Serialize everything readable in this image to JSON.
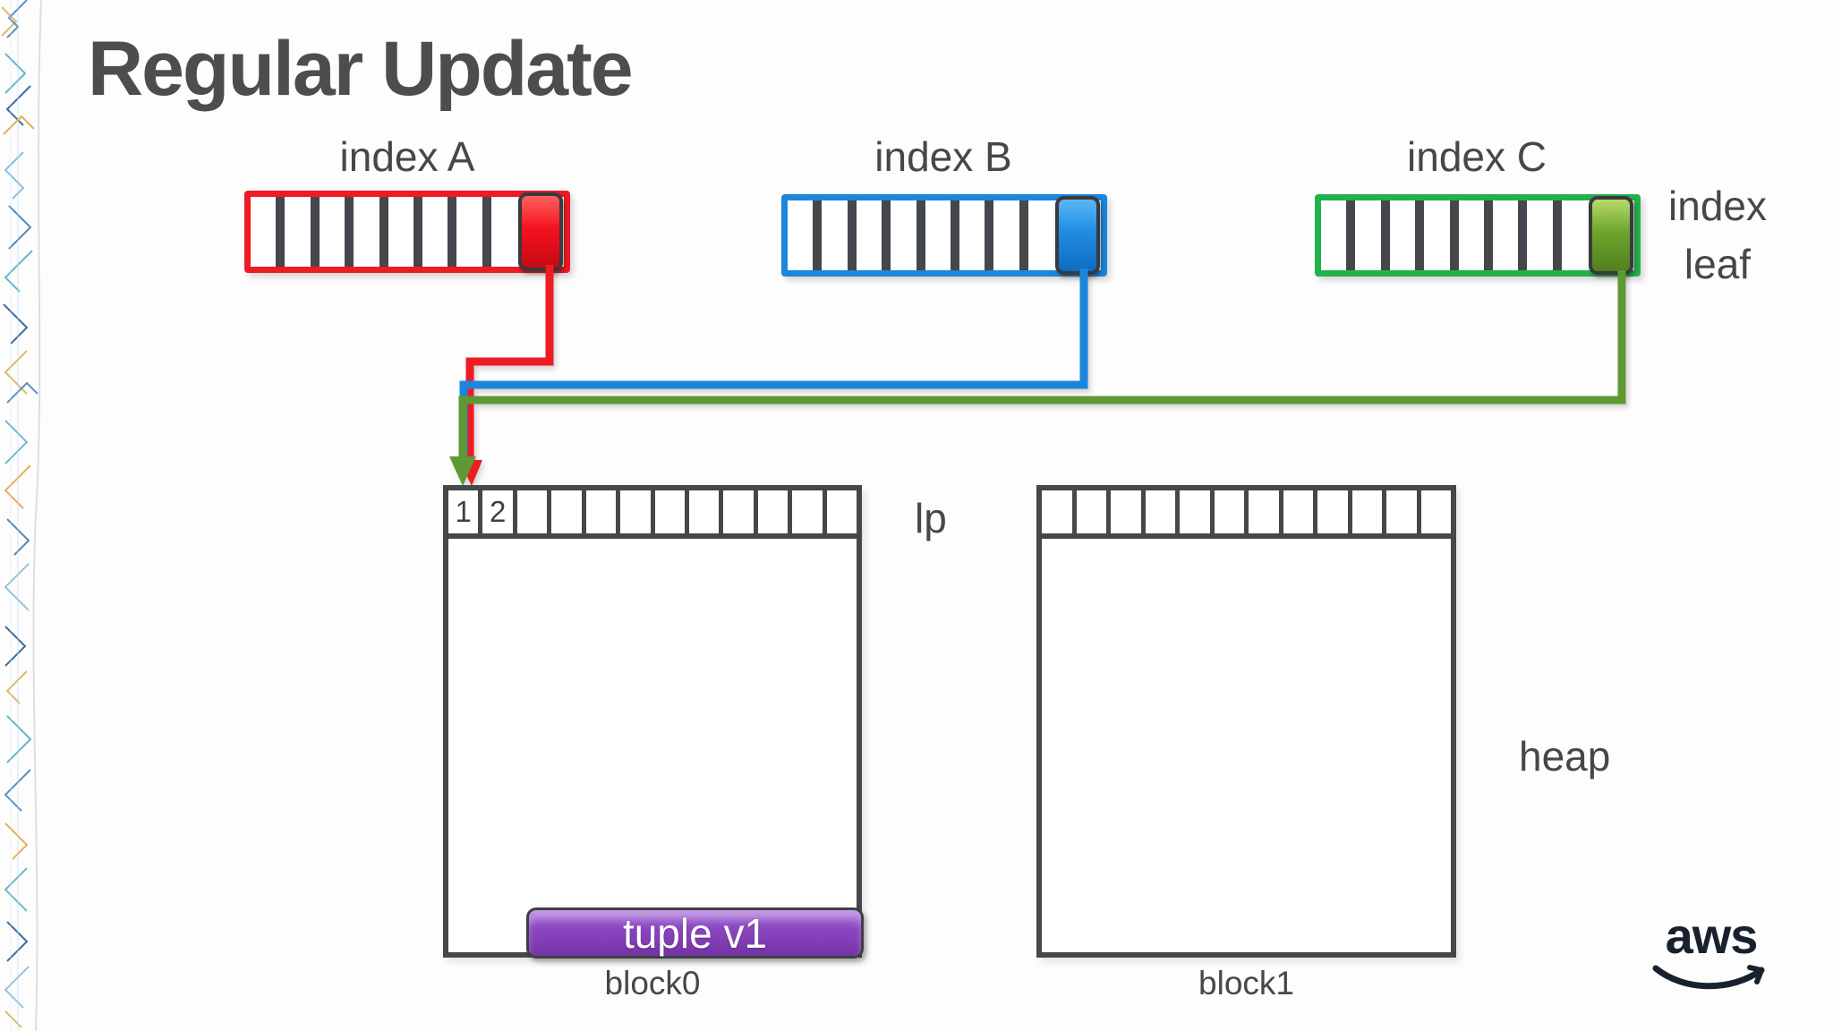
{
  "title": "Regular Update",
  "colors": {
    "red": "#ee1b23",
    "blue": "#1b86dc",
    "green": "#5f9933",
    "green_bright": "#23b14b",
    "purple": "#8343c0",
    "dark": "#46474b",
    "text": "#474747",
    "logo": "#18222e"
  },
  "indexes": [
    {
      "label": "index A",
      "color": "#ee1b23",
      "cell": {
        "light": "#ff6060",
        "mid": "#f5121f",
        "dark": "#c50a13"
      }
    },
    {
      "label": "index B",
      "color": "#1b86dc",
      "cell": {
        "light": "#5cb7f2",
        "mid": "#1e8de4",
        "dark": "#0f6cc0"
      }
    },
    {
      "label": "index C",
      "color": "#23b14b",
      "cell": {
        "light": "#b7da6c",
        "mid": "#6da62c",
        "dark": "#527f1f"
      }
    }
  ],
  "index_leaf": {
    "line1": "index",
    "line2": "leaf"
  },
  "labels": {
    "lp": "lp",
    "heap": "heap"
  },
  "blocks": [
    {
      "label": "block0",
      "slots": [
        "1",
        "2",
        "",
        "",
        "",
        "",
        "",
        "",
        "",
        "",
        "",
        ""
      ]
    },
    {
      "label": "block1",
      "slots": [
        "",
        "",
        "",
        "",
        "",
        "",
        "",
        "",
        "",
        "",
        "",
        ""
      ]
    }
  ],
  "tuple": {
    "label": "tuple v1",
    "fill_light": "#aa78da",
    "fill": "#8c46c2",
    "fill_dark": "#7434a4"
  },
  "logo": {
    "text": "aws"
  }
}
